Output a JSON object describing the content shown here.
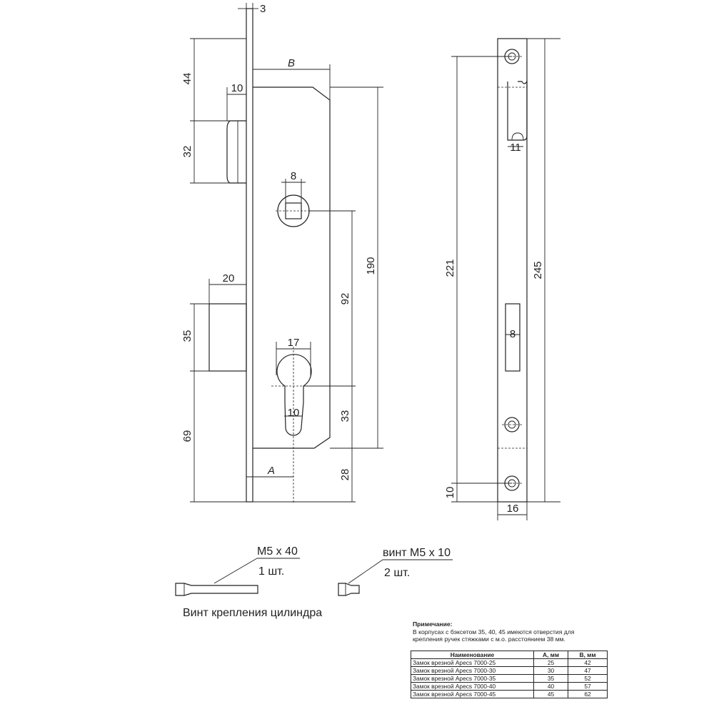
{
  "front_view": {
    "dims": {
      "d_3": "3",
      "d_44": "44",
      "d_10": "10",
      "d_B": "B",
      "d_32": "32",
      "d_8": "8",
      "d_190": "190",
      "d_20": "20",
      "d_92": "92",
      "d_35": "35",
      "d_17": "17",
      "d_10b": "10",
      "d_33": "33",
      "d_69": "69",
      "d_A": "A",
      "d_28": "28"
    }
  },
  "side_view": {
    "dims": {
      "d_11": "11",
      "d_221": "221",
      "d_245": "245",
      "d_8": "8",
      "d_10": "10",
      "d_16": "16"
    }
  },
  "screws": {
    "screw1": {
      "size": "M5 x 40",
      "qty": "1 шт.",
      "caption": "Винт крепления цилиндра"
    },
    "screw2": {
      "size": "винт M5 x 10",
      "qty": "2 шт."
    }
  },
  "note": {
    "title": "Примечание:",
    "text": "В корпусах с бэксетом 35, 40, 45 имеются отверстия для крепления ручек стяжками с м.о. расстоянием 38 мм."
  },
  "table": {
    "headers": [
      "Наименование",
      "A, мм",
      "B, мм"
    ],
    "rows": [
      [
        "Замок врезной Apecs 7000-25",
        "25",
        "42"
      ],
      [
        "Замок врезной Apecs 7000-30",
        "30",
        "47"
      ],
      [
        "Замок врезной Apecs 7000-35",
        "35",
        "52"
      ],
      [
        "Замок врезной Apecs 7000-40",
        "40",
        "57"
      ],
      [
        "Замок врезной Apecs 7000-45",
        "45",
        "62"
      ]
    ]
  }
}
